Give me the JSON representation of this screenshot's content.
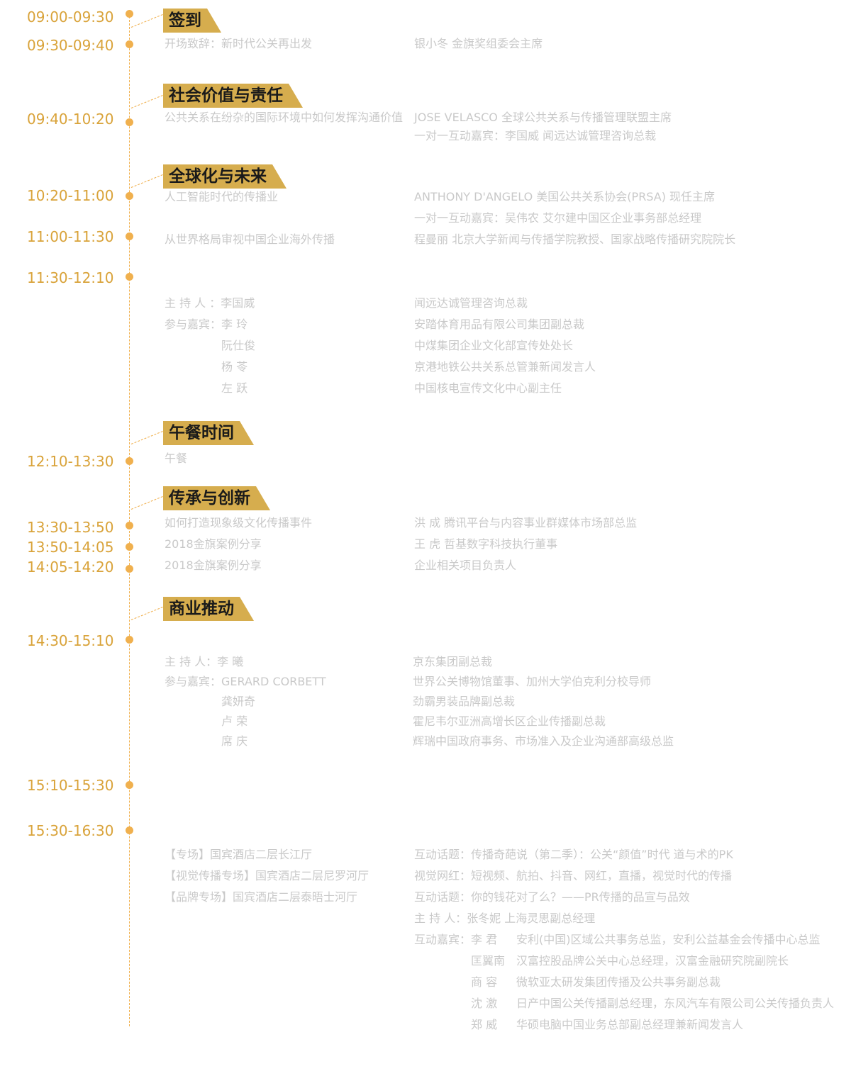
{
  "sections": {
    "s1": "签到",
    "s2": "社会价值与责任",
    "s3": "全球化与未来",
    "s4": "午餐时间",
    "s5": "传承与创新",
    "s6": "商业推动"
  },
  "times": {
    "t1": "09:00-09:30",
    "t2": "09:30-09:40",
    "t3": "09:40-10:20",
    "t4": "10:20-11:00",
    "t5": "11:00-11:30",
    "t6": "11:30-12:10",
    "t7": "12:10-13:30",
    "t8": "13:30-13:50",
    "t9": "13:50-14:05",
    "t10": "14:05-14:20",
    "t11": "14:30-15:10",
    "t12": "15:10-15:30",
    "t13": "15:30-16:30"
  },
  "items": {
    "a1": "开场致辞：新时代公关再出发",
    "a1s": "银小冬   金旗奖组委会主席",
    "b1": "公共关系在纷杂的国际环境中如何发挥沟通价值",
    "b1s": "JOSE VELASCO    全球公共关系与传播管理联盟主席",
    "b1g": "一对一互动嘉宾：李国威    闻远达诚管理咨询总裁",
    "c1": "人工智能时代的传播业",
    "c1s": "ANTHONY D'ANGELO    美国公共关系协会(PRSA) 现任主席",
    "c1g": "一对一互动嘉宾：吴伟农    艾尔建中国区企业事务部总经理",
    "c2": "从世界格局审视中国企业海外传播",
    "c2s": "程曼丽    北京大学新闻与传播学院教授、国家战略传播研究院院长",
    "d_host": "主 持 人  ：李国威",
    "d_host_r": "闻远达诚管理咨询总裁",
    "d_g1": "参与嘉宾：李    玲",
    "d_g1r": "安踏体育用品有限公司集团副总裁",
    "d_g2": "阮仕俊",
    "d_g2r": "中煤集团企业文化部宣传处处长",
    "d_g3": "杨    苓",
    "d_g3r": "京港地铁公共关系总管兼新闻发言人",
    "d_g4": "左    跃",
    "d_g4r": "中国核电宣传文化中心副主任",
    "e1": "午餐",
    "f1": "如何打造现象级文化传播事件",
    "f1s": "洪    成    腾讯平台与内容事业群媒体市场部总监",
    "f2": "2018金旗案例分享",
    "f2s": "王    虎    哲基数字科技执行董事",
    "f3": "2018金旗案例分享",
    "f3s": "企业相关项目负责人",
    "g_host": "主 持 人：李    曦",
    "g_host_r": "京东集团副总裁",
    "g_g1": "参与嘉宾：GERARD CORBETT",
    "g_g1r": "世界公关博物馆董事、加州大学伯克利分校导师",
    "g_g2": "龚妍奇",
    "g_g2r": "劲霸男装品牌副总裁",
    "g_g3": "卢    荣",
    "g_g3r": "霍尼韦尔亚洲高增长区企业传播副总裁",
    "g_g4": "席    庆",
    "g_g4r": "辉瑞中国政府事务、市场准入及企业沟通部高级总监",
    "h1": "【专场】国宾酒店二层长江厅",
    "h1r": "互动话题：传播奇葩说（第二季）：公关“颜值”时代 道与术的PK",
    "h2": "【视觉传播专场】国宾酒店二层尼罗河厅",
    "h2r": "视觉网红：短视频、航拍、抖音、网红，直播，视觉时代的传播",
    "h3": "【品牌专场】国宾酒店二层泰晤士河厅",
    "h3r": "互动话题：你的钱花对了么？——PR传播的品宣与品效",
    "h_host": "主  持  人：张冬妮     上海灵思副总经理",
    "h_g1n": "互动嘉宾：李    君",
    "h_g1r": "安利(中国)区域公共事务总监，安利公益基金会传播中心总监",
    "h_g2n": "匡翼南",
    "h_g2r": "汉富控股品牌公关中心总经理，汉富金融研究院副院长",
    "h_g3n": "商    容",
    "h_g3r": "微软亚太研发集团传播及公共事务副总裁",
    "h_g4n": "沈    激",
    "h_g4r": "日产中国公关传播副总经理，东风汽车有限公司公关传播负责人",
    "h_g5n": "郑    威",
    "h_g5r": "华硕电脑中国业务总部副总经理兼新闻发言人"
  }
}
